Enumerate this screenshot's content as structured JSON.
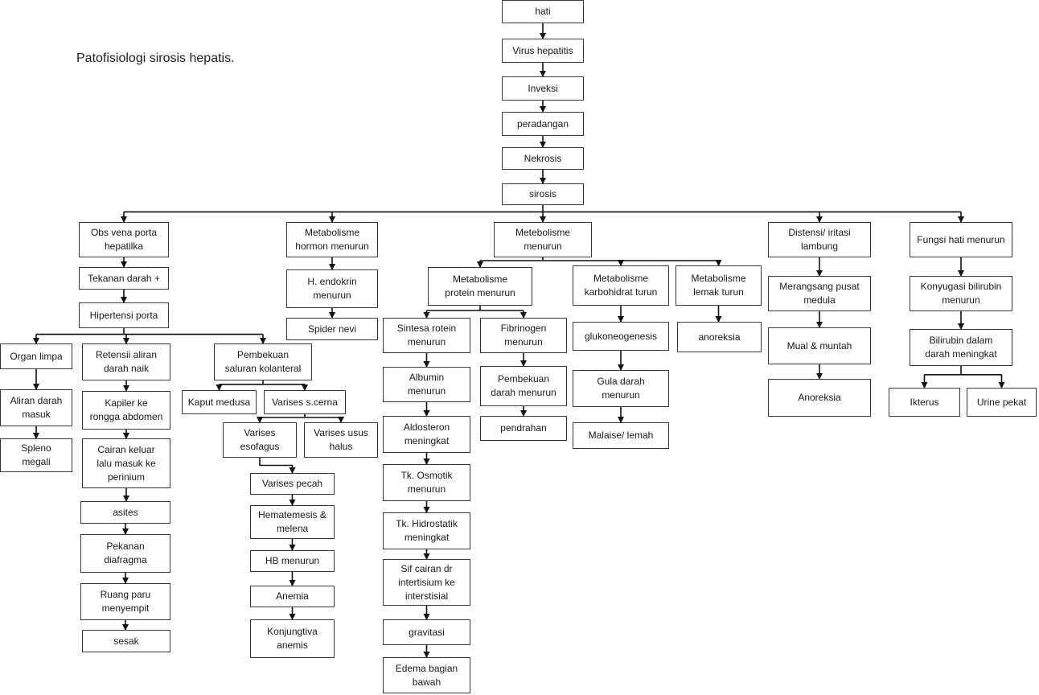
{
  "title": "Patofisiologi sirosis hepatis.",
  "nodes": [
    {
      "id": "hati",
      "text": "hati"
    },
    {
      "id": "virus",
      "text": "Virus hepatitis"
    },
    {
      "id": "inveksi",
      "text": "Inveksi"
    },
    {
      "id": "peradangan",
      "text": "peradangan"
    },
    {
      "id": "nekrosis",
      "text": "Nekrosis"
    },
    {
      "id": "sirosis",
      "text": "sirosis"
    },
    {
      "id": "obs",
      "text": "Obs vena porta\nhepatilka"
    },
    {
      "id": "tekanan",
      "text": "Tekanan darah +"
    },
    {
      "id": "hipertensi",
      "text": "Hipertensi porta"
    },
    {
      "id": "organ",
      "text": "Organ limpa"
    },
    {
      "id": "aliran",
      "text": "Aliran darah\nmasuk"
    },
    {
      "id": "spleno",
      "text": "Spleno\nmegali"
    },
    {
      "id": "retensi",
      "text": "Retensii aliran\ndarah naik"
    },
    {
      "id": "kapiler",
      "text": "Kapiler ke\nrongga abdomen"
    },
    {
      "id": "cairan",
      "text": "Cairan keluar\nlalu masuk ke\nperinium"
    },
    {
      "id": "asites",
      "text": "asites"
    },
    {
      "id": "pekanan",
      "text": "Pekanan\ndiafragma"
    },
    {
      "id": "ruang",
      "text": "Ruang paru\nmenyempit"
    },
    {
      "id": "sesak",
      "text": "sesak"
    },
    {
      "id": "pembekuan-sal",
      "text": "Pembekuan\nsaluran kolanteral"
    },
    {
      "id": "kaput",
      "text": "Kaput medusa"
    },
    {
      "id": "varises-sc",
      "text": "Varises s.cerna"
    },
    {
      "id": "varises-eso",
      "text": "Varises\nesofagus"
    },
    {
      "id": "varises-usus",
      "text": "Varises usus\nhalus"
    },
    {
      "id": "varises-pecah",
      "text": "Varises pecah"
    },
    {
      "id": "hematemesis",
      "text": "Hematemesis &\nmelena"
    },
    {
      "id": "hb",
      "text": "HB menurun"
    },
    {
      "id": "anemia",
      "text": "Anemia"
    },
    {
      "id": "konjungtiva",
      "text": "Konjungtiva\nanemis"
    },
    {
      "id": "meta-hormon",
      "text": "Metabolisme\nhormon menurun"
    },
    {
      "id": "endokrin",
      "text": "H. endokrin\nmenurun"
    },
    {
      "id": "spider",
      "text": "Spider nevi"
    },
    {
      "id": "meta",
      "text": "Metebolisme\nmenurun"
    },
    {
      "id": "meta-protein",
      "text": "Metabolisme\nprotein menurun"
    },
    {
      "id": "sintesa",
      "text": "Sintesa rotein\nmenurun"
    },
    {
      "id": "albumin",
      "text": "Albumin\nmenurun"
    },
    {
      "id": "aldosteron",
      "text": "Aldosteron\nmeningkat"
    },
    {
      "id": "osmotik",
      "text": "Tk. Osmotik\nmenurun"
    },
    {
      "id": "hidrostatik",
      "text": "Tk. Hidrostatik\nmeningkat"
    },
    {
      "id": "sif",
      "text": "Sif cairan dr\nintertisium ke\ninterstisial"
    },
    {
      "id": "gravitasi",
      "text": "gravitasi"
    },
    {
      "id": "edema",
      "text": "Edema bagian\nbawah"
    },
    {
      "id": "fibrinogen",
      "text": "Fibrinogen\nmenurun"
    },
    {
      "id": "pembekuan-darah",
      "text": "Pembekuan\ndarah menurun"
    },
    {
      "id": "pendrahan",
      "text": "pendrahan"
    },
    {
      "id": "meta-karbo",
      "text": "Metabolisme\nkarbohidrat turun"
    },
    {
      "id": "gluko",
      "text": "glukoneogenesis"
    },
    {
      "id": "gula",
      "text": "Gula darah\nmenurun"
    },
    {
      "id": "malaise",
      "text": "Malaise/ lemah"
    },
    {
      "id": "meta-lemak",
      "text": "Metabolisme\nlemak turun"
    },
    {
      "id": "anoreksia1",
      "text": "anoreksia"
    },
    {
      "id": "distensi",
      "text": "Distensi/ iritasi\nlambung"
    },
    {
      "id": "merangsang",
      "text": "Merangsang pusat\nmedula"
    },
    {
      "id": "mual",
      "text": "Mual & muntah"
    },
    {
      "id": "anoreksia2",
      "text": "Anoreksia"
    },
    {
      "id": "fungsi",
      "text": "Fungsi hati menurun"
    },
    {
      "id": "konyugasi",
      "text": "Konyugasi bilirubin\nmenurun"
    },
    {
      "id": "bilirubin",
      "text": "Bilirubin dalam\ndarah meningkat"
    },
    {
      "id": "ikterus",
      "text": "Ikterus"
    },
    {
      "id": "urine",
      "text": "Urine pekat"
    }
  ],
  "edges": [
    [
      "hati",
      "virus"
    ],
    [
      "virus",
      "inveksi"
    ],
    [
      "inveksi",
      "peradangan"
    ],
    [
      "peradangan",
      "nekrosis"
    ],
    [
      "nekrosis",
      "sirosis"
    ],
    [
      "sirosis",
      "obs"
    ],
    [
      "sirosis",
      "meta-hormon"
    ],
    [
      "sirosis",
      "meta"
    ],
    [
      "sirosis",
      "distensi"
    ],
    [
      "sirosis",
      "fungsi"
    ],
    [
      "obs",
      "tekanan"
    ],
    [
      "tekanan",
      "hipertensi"
    ],
    [
      "hipertensi",
      "organ"
    ],
    [
      "hipertensi",
      "retensi"
    ],
    [
      "hipertensi",
      "pembekuan-sal"
    ],
    [
      "organ",
      "aliran"
    ],
    [
      "aliran",
      "spleno"
    ],
    [
      "retensi",
      "kapiler"
    ],
    [
      "kapiler",
      "cairan"
    ],
    [
      "cairan",
      "asites"
    ],
    [
      "asites",
      "pekanan"
    ],
    [
      "pekanan",
      "ruang"
    ],
    [
      "ruang",
      "sesak"
    ],
    [
      "pembekuan-sal",
      "kaput"
    ],
    [
      "pembekuan-sal",
      "varises-sc"
    ],
    [
      "varises-sc",
      "varises-eso"
    ],
    [
      "varises-sc",
      "varises-usus"
    ],
    [
      "varises-eso",
      "varises-pecah"
    ],
    [
      "varises-pecah",
      "hematemesis"
    ],
    [
      "hematemesis",
      "hb"
    ],
    [
      "hb",
      "anemia"
    ],
    [
      "anemia",
      "konjungtiva"
    ],
    [
      "meta-hormon",
      "endokrin"
    ],
    [
      "endokrin",
      "spider"
    ],
    [
      "meta",
      "meta-protein"
    ],
    [
      "meta",
      "meta-karbo"
    ],
    [
      "meta",
      "meta-lemak"
    ],
    [
      "meta-protein",
      "sintesa"
    ],
    [
      "meta-protein",
      "fibrinogen"
    ],
    [
      "sintesa",
      "albumin"
    ],
    [
      "albumin",
      "aldosteron"
    ],
    [
      "aldosteron",
      "osmotik"
    ],
    [
      "osmotik",
      "hidrostatik"
    ],
    [
      "hidrostatik",
      "sif"
    ],
    [
      "sif",
      "gravitasi"
    ],
    [
      "gravitasi",
      "edema"
    ],
    [
      "fibrinogen",
      "pembekuan-darah"
    ],
    [
      "pembekuan-darah",
      "pendrahan"
    ],
    [
      "meta-karbo",
      "gluko"
    ],
    [
      "gluko",
      "gula"
    ],
    [
      "gula",
      "malaise"
    ],
    [
      "meta-lemak",
      "anoreksia1"
    ],
    [
      "distensi",
      "merangsang"
    ],
    [
      "merangsang",
      "mual"
    ],
    [
      "mual",
      "anoreksia2"
    ],
    [
      "fungsi",
      "konyugasi"
    ],
    [
      "konyugasi",
      "bilirubin"
    ],
    [
      "bilirubin",
      "ikterus"
    ],
    [
      "bilirubin",
      "urine"
    ]
  ]
}
